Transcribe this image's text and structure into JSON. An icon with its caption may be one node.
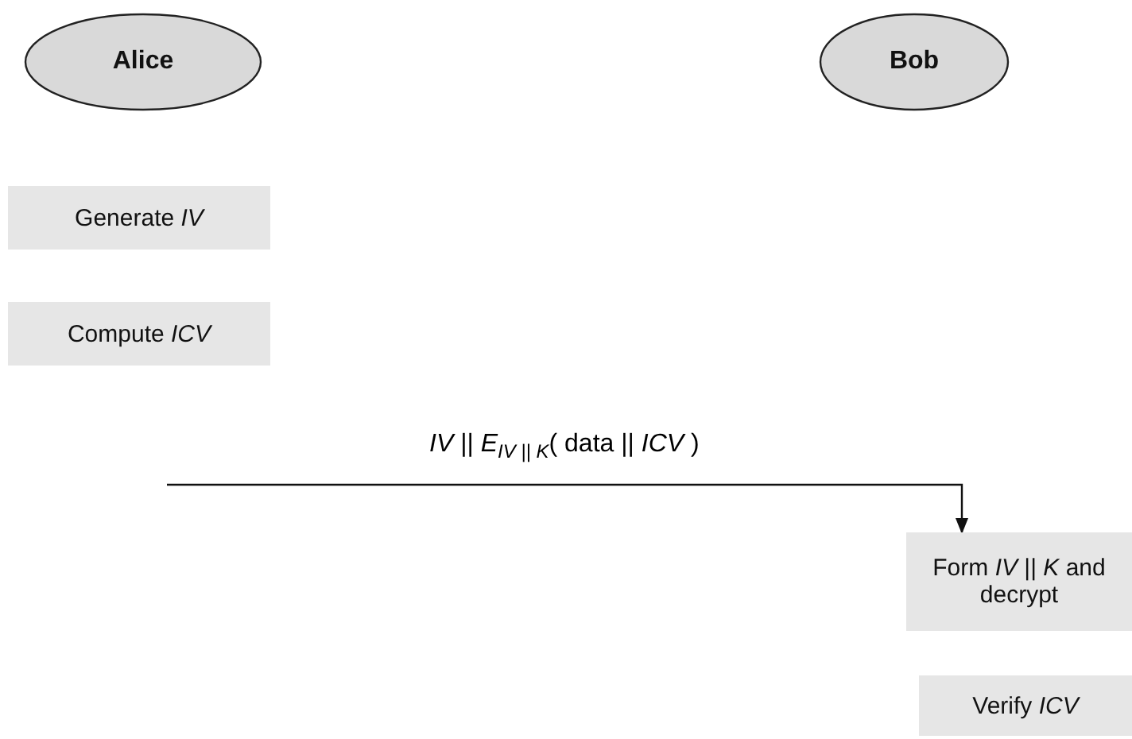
{
  "diagram": {
    "nodes": [
      {
        "text": [
          "Alice"
        ]
      },
      {
        "text": [
          "Bob"
        ]
      },
      {
        "text": [
          "Generate *IV*"
        ]
      },
      {
        "text": [
          "Compute *ICV*"
        ]
      },
      {
        "text": [
          "Form *IV* || *K* and decrypt"
        ]
      },
      {
        "text": [
          "Verify *ICV*"
        ]
      }
    ],
    "edges": [
      {
        "from": null,
        "to": 4,
        "arrow": "to",
        "label": "*IV* || *E*$_{IV || K}$( data || *ICV* )"
      }
    ]
  }
}
